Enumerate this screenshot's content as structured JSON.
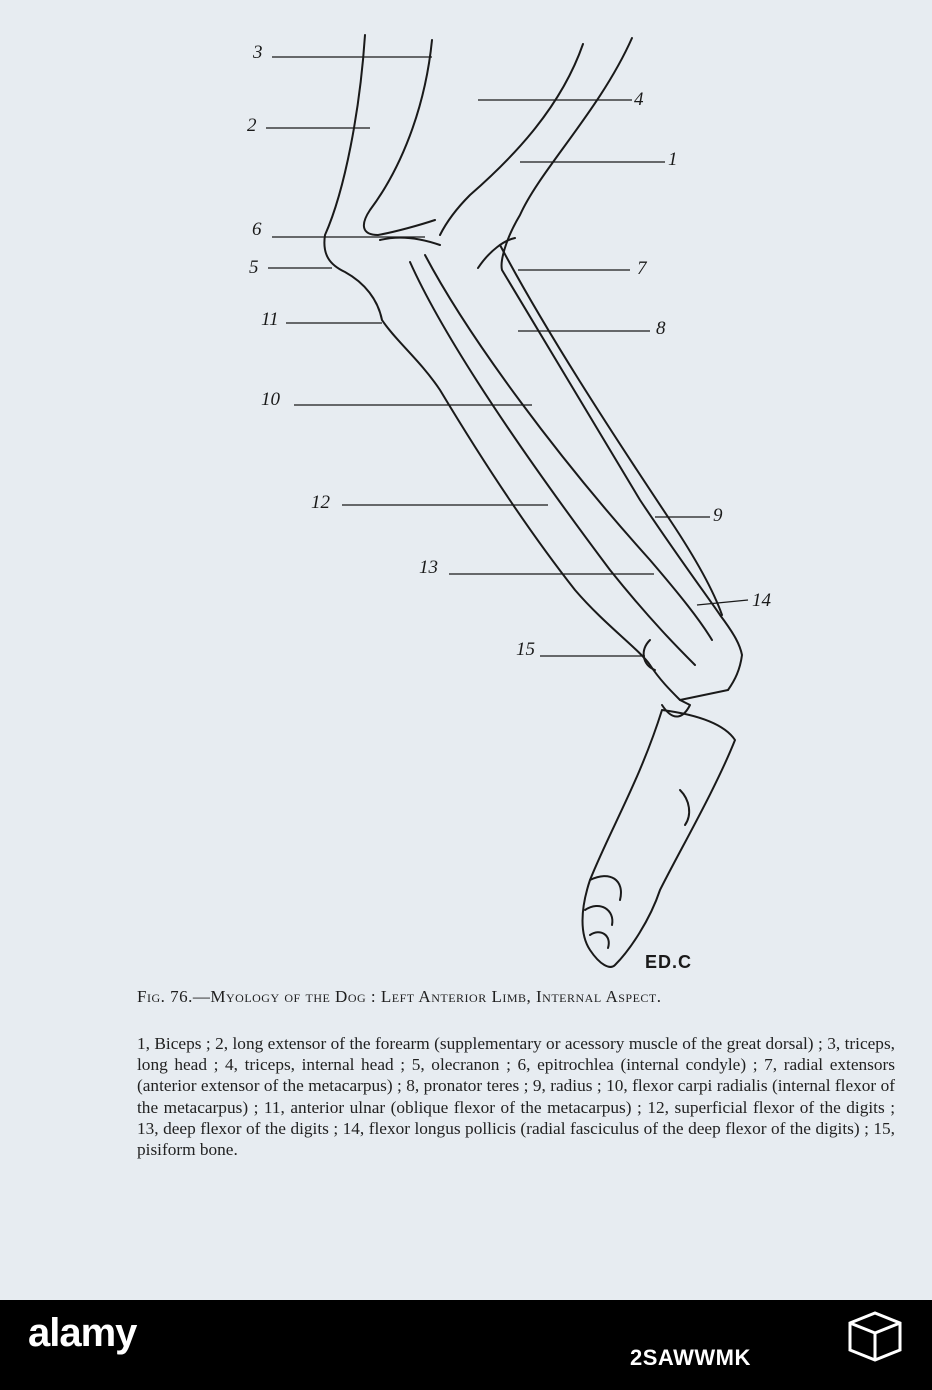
{
  "figure": {
    "labels": [
      "3",
      "2",
      "4",
      "1",
      "6",
      "5",
      "7",
      "11",
      "8",
      "10",
      "12",
      "9",
      "13",
      "14",
      "15"
    ],
    "signature": "ED.C"
  },
  "caption": {
    "title": "Fig. 76.—Myology of the Dog : Left Anterior Limb, Internal Aspect.",
    "text": "1, Biceps ; 2, long extensor of the forearm (supplementary or acessory muscle of the great dorsal) ; 3, triceps, long head ; 4, triceps, internal head ; 5, olecranon ; 6, epitrochlea (internal condyle) ; 7, radial extensors (anterior extensor of the metacarpus) ; 8, pronator teres ; 9, radius ; 10, flexor carpi radialis (internal flexor of the metacarpus) ; 11, anterior ulnar (oblique flexor of the metacarpus) ; 12, superficial flexor of the digits ; 13, deep flexor of the digits ; 14, flexor longus pollicis (radial fasciculus of the deep flexor of the digits) ; 15, pisiform bone."
  },
  "watermark": {
    "brand": "alamy",
    "image_id": "2SAWWMK"
  },
  "colors": {
    "paper": "#e7ecf1",
    "ink": "#1a1a1a",
    "bar": "#000000"
  }
}
